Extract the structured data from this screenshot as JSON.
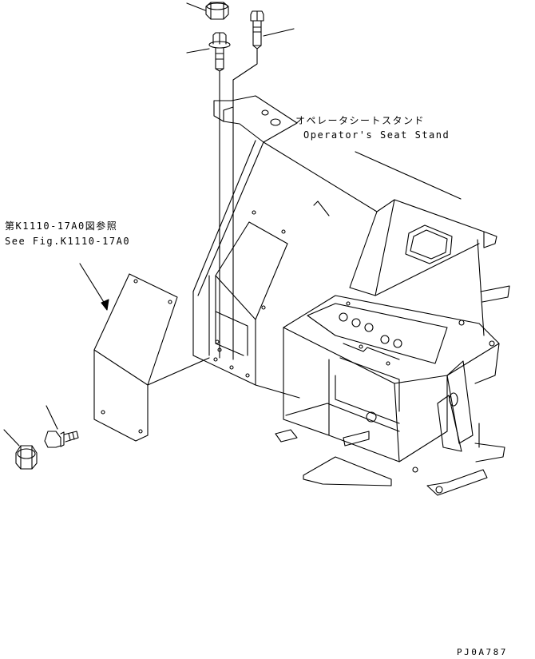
{
  "labels": {
    "seat_stand_jp": "オペレータシートスタンド",
    "seat_stand_en": "Operator's Seat Stand",
    "fig_ref_jp": "第K1110-17A0図参照",
    "fig_ref_en": "See Fig.K1110-17A0",
    "drawing_code": "PJ0A787"
  },
  "colors": {
    "line": "#000000",
    "background": "#ffffff"
  }
}
